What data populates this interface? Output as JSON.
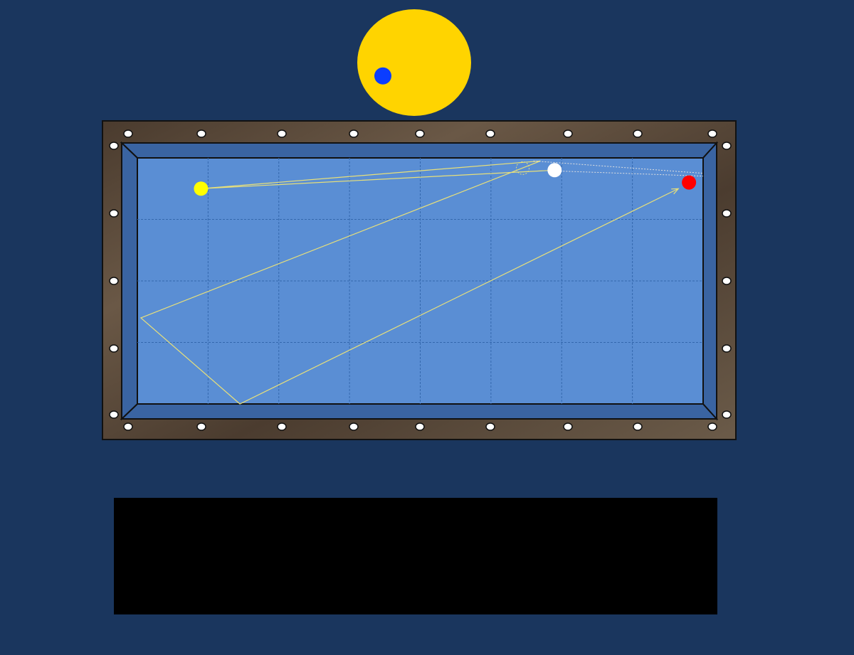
{
  "colors": {
    "page_background": "#1a365e",
    "rail_wood": "#5a4a3a",
    "cushion": "#3a64a2",
    "cloth": "#5a8ed4",
    "grid_line": "#3f6fb0",
    "diamond": "#ffffff",
    "cue_indicator_ball": "#ffd400",
    "cue_tip_marker": "#0b3dff",
    "cue_ball": "#ffffff",
    "object_ball_yellow": "#ffff00",
    "object_ball_red": "#ff0000",
    "shot_path": "#e8e07a",
    "aim_line": "#e0e0e0",
    "caption_box": "#000000"
  },
  "cue_spin_indicator": {
    "icon": "cue-ball-spin-diagram",
    "tip_offset_horizontal_fraction": -0.55,
    "tip_offset_vertical_fraction": 0.25
  },
  "table": {
    "grid": {
      "columns": 8,
      "rows": 4
    },
    "diamonds": {
      "long_rail_per_side": 9,
      "short_rail_per_side": 5
    }
  },
  "balls": {
    "cue_ball": {
      "color": "white",
      "x_diamonds": 5.9,
      "y_diamonds": 3.8
    },
    "yellow_ball": {
      "color": "yellow",
      "x_diamonds": 0.9,
      "y_diamonds": 3.5
    },
    "red_ball": {
      "color": "red",
      "x_diamonds": 7.8,
      "y_diamonds": 3.6
    }
  },
  "shot_path_points_diamonds": [
    [
      5.9,
      3.8
    ],
    [
      0.9,
      3.5
    ],
    [
      5.7,
      3.95
    ],
    [
      0.05,
      1.4
    ],
    [
      1.45,
      0.0
    ],
    [
      7.65,
      3.5
    ]
  ],
  "aim_line_points_diamonds": [
    [
      5.6,
      3.95
    ],
    [
      8.0,
      3.75
    ]
  ],
  "caption": {
    "visible_text": "",
    "note": ""
  }
}
